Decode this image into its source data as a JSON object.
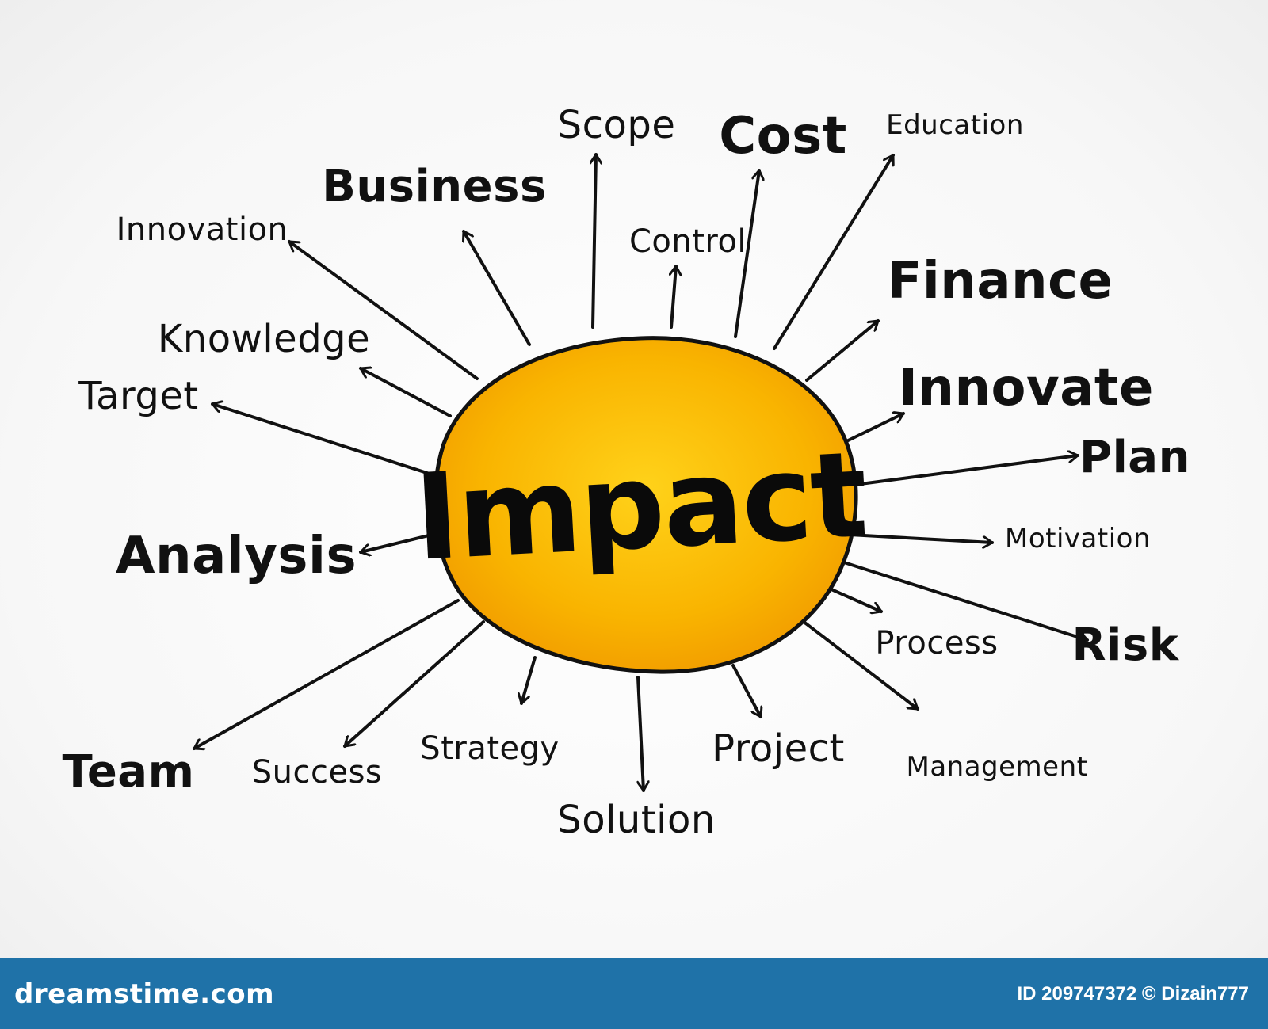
{
  "diagram": {
    "center": "Impact",
    "center_color": "#f7b500",
    "nodes": [
      "Scope",
      "Cost",
      "Education",
      "Business",
      "Control",
      "Innovation",
      "Finance",
      "Knowledge",
      "Innovate",
      "Target",
      "Plan",
      "Analysis",
      "Motivation",
      "Process",
      "Risk",
      "Team",
      "Success",
      "Strategy",
      "Solution",
      "Project",
      "Management"
    ]
  },
  "watermark": {
    "site": "dreamstime.com",
    "id_text": "ID 209747372 © Dizain777",
    "bar_color": "#1f72a8"
  }
}
